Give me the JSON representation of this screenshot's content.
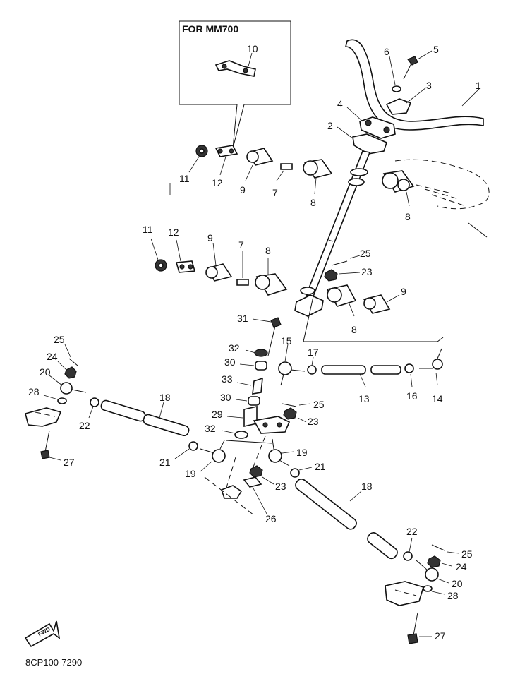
{
  "inset": {
    "title": "FOR MM700"
  },
  "labels": {
    "l1": "1",
    "l2": "2",
    "l3": "3",
    "l4": "4",
    "l5": "5",
    "l6": "6",
    "l7a": "7",
    "l7b": "7",
    "l8a": "8",
    "l8b": "8",
    "l8c": "8",
    "l8d": "8",
    "l9a": "9",
    "l9b": "9",
    "l9c": "9",
    "l10": "10",
    "l11a": "11",
    "l11b": "11",
    "l12a": "12",
    "l12b": "12",
    "l13": "13",
    "l14": "14",
    "l15": "15",
    "l16": "16",
    "l17": "17",
    "l18a": "18",
    "l18b": "18",
    "l19a": "19",
    "l19b": "19",
    "l20a": "20",
    "l20b": "20",
    "l21a": "21",
    "l21b": "21",
    "l22a": "22",
    "l22b": "22",
    "l23a": "23",
    "l23b": "23",
    "l23c": "23",
    "l24a": "24",
    "l24b": "24",
    "l25a": "25",
    "l25b": "25",
    "l25c": "25",
    "l25d": "25",
    "l26": "26",
    "l27a": "27",
    "l27b": "27",
    "l28a": "28",
    "l28b": "28",
    "l29": "29",
    "l30a": "30",
    "l30b": "30",
    "l31": "31",
    "l32a": "32",
    "l32b": "32",
    "l33": "33"
  },
  "fwd_badge": "FWD",
  "diagram_code": "8CP100-7290"
}
